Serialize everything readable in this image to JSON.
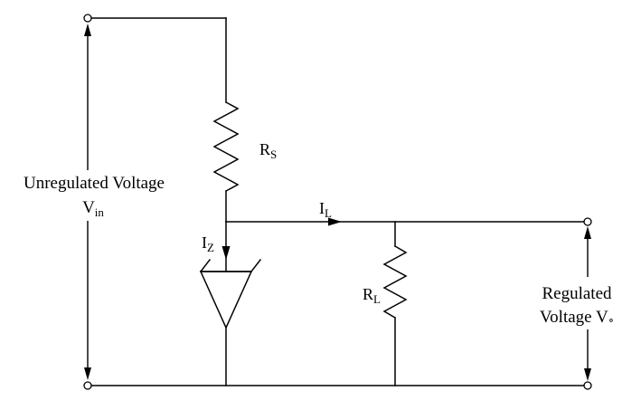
{
  "diagram": {
    "colors": {
      "stroke": "#000000",
      "background": "#ffffff"
    },
    "labels": {
      "unregulated_line1": "Unregulated Voltage",
      "unregulated_v_main": "V",
      "unregulated_v_sub": "in",
      "rs_main": "R",
      "rs_sub": "S",
      "il_main": "I",
      "il_sub": "L",
      "iz_main": "I",
      "iz_sub": "Z",
      "rl_main": "R",
      "rl_sub": "L",
      "regulated_line1": "Regulated",
      "regulated_line2_main": "Voltage V",
      "regulated_line2_sub": "∘"
    }
  }
}
